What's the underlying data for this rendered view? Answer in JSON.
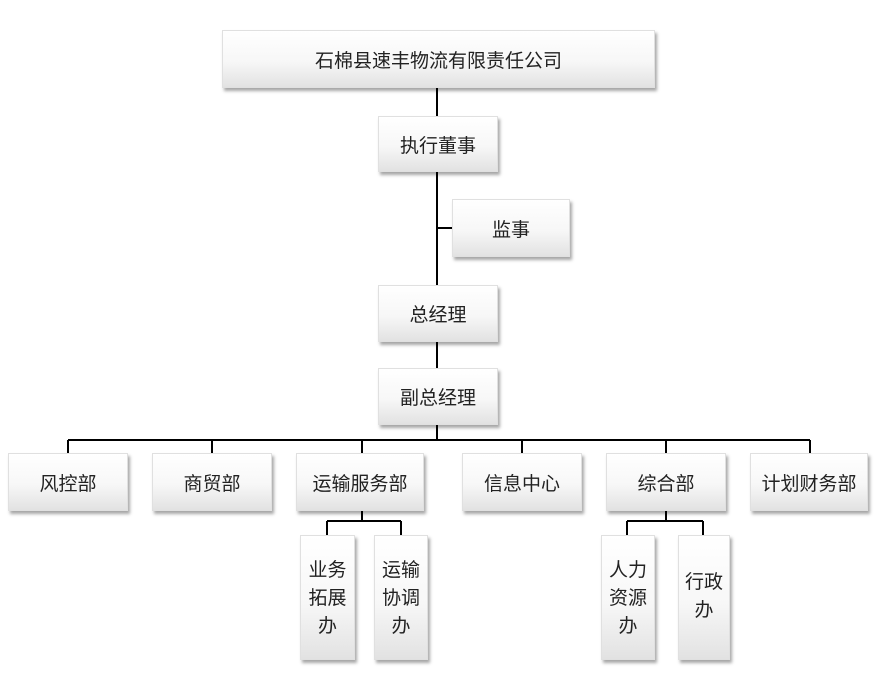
{
  "company": "石棉县速丰物流有限责任公司",
  "executive_director": "执行董事",
  "supervisor": "监事",
  "general_manager": "总经理",
  "deputy_general_manager": "副总经理",
  "departments": [
    "风控部",
    "商贸部",
    "运输服务部",
    "信息中心",
    "综合部",
    "计划财务部"
  ],
  "transport_subunits": [
    "业务拓展办",
    "运输协调办"
  ],
  "general_subunits": [
    "人力资源办",
    "行政办"
  ]
}
